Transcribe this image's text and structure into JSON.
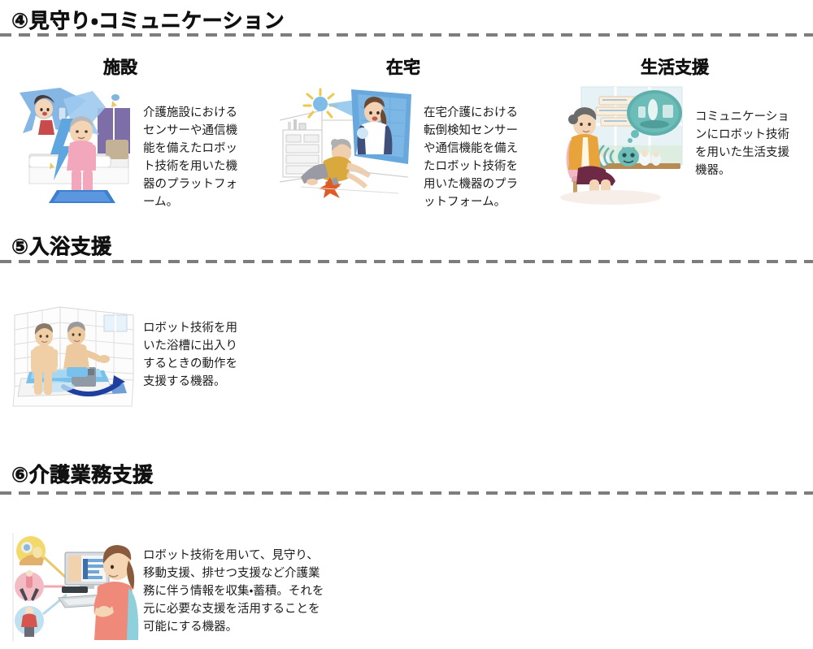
{
  "page": {
    "language": "ja",
    "background_color": "#ffffff",
    "divider_color": "#7d7d7d"
  },
  "sections": [
    {
      "id": "monitoring",
      "number": "④",
      "title": "④見守り・コミュニケーション",
      "columns": [
        {
          "id": "facility",
          "heading": "施設",
          "text": "介護施設におけるセンサーや通信機能を備えたロボット技術を用いた機器のプラットフォーム。",
          "illustration": "caregiver-monitoring-elderly-on-bed-mat-sensor"
        },
        {
          "id": "home",
          "heading": "在宅",
          "text": "在宅介護における転倒検知センサーや通信機能を備えたロボット技術を用いた機器のプラットフォーム。",
          "illustration": "fall-detection-sensor-alert-at-home"
        },
        {
          "id": "daily-life-support",
          "heading": "生活支援",
          "text": "コミュニケーションにロボット技術を用いた生活支援機器。",
          "illustration": "elderly-woman-with-communication-robot"
        }
      ]
    },
    {
      "id": "bathing",
      "number": "⑤",
      "title": "⑤入浴支援",
      "columns": [
        {
          "id": "bathing-support",
          "heading": "",
          "text": "ロボット技術を用いた浴槽に出入りするときの動作を支援する機器。",
          "illustration": "bath-transfer-lift-device"
        }
      ]
    },
    {
      "id": "care-operations",
      "number": "⑥",
      "title": "⑥介護業務支援",
      "columns": [
        {
          "id": "care-operation-support",
          "heading": "",
          "text": "ロボット技術を用いて、見守り、移動支援、排せつ支援など介護業務に伴う情報を収集・蓄積。それを元に必要な支援を活用することを可能にする機器。",
          "illustration": "staff-at-computer-collecting-care-data"
        }
      ]
    }
  ]
}
